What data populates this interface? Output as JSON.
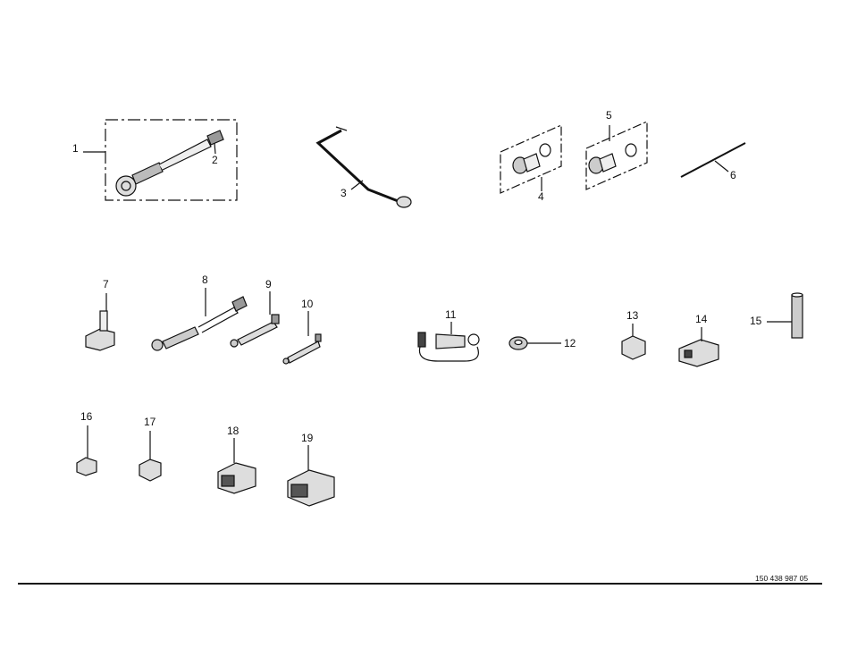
{
  "diagram": {
    "callouts": [
      "1",
      "2",
      "3",
      "4",
      "5",
      "6",
      "7",
      "8",
      "9",
      "10",
      "11",
      "12",
      "13",
      "14",
      "15",
      "16",
      "17",
      "18",
      "19"
    ],
    "document_number": "150 438 987 05"
  }
}
